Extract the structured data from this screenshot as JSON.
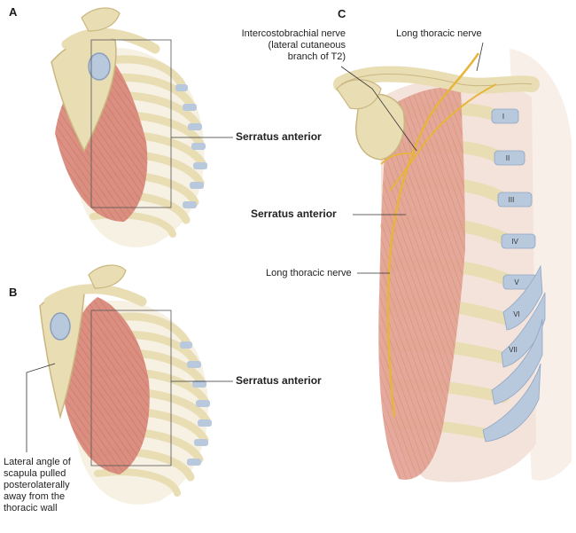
{
  "panels": {
    "a": {
      "letter": "A",
      "label": "Serratus anterior"
    },
    "b": {
      "letter": "B",
      "label": "Serratus anterior",
      "scapula_note": [
        "Lateral angle of",
        "scapula pulled",
        "posterolaterally",
        "away from the",
        "thoracic wall"
      ]
    },
    "c": {
      "letter": "C",
      "nerve_top_left": [
        "Intercostobrachial nerve",
        "(lateral cutaneous",
        "branch of T2)"
      ],
      "nerve_top_right": "Long thoracic nerve",
      "muscle_label": "Serratus anterior",
      "nerve_mid": "Long thoracic nerve",
      "rib_numerals": [
        "I",
        "II",
        "III",
        "IV",
        "V",
        "VI",
        "VII"
      ]
    }
  },
  "colors": {
    "bone": "#e9ddb4",
    "bone_dark": "#c9b77f",
    "cartilage": "#b8c8dd",
    "muscle": "#d98a7c",
    "muscle_dark": "#b8574c",
    "nerve": "#e7b43c",
    "skin": "#f4e3da"
  }
}
